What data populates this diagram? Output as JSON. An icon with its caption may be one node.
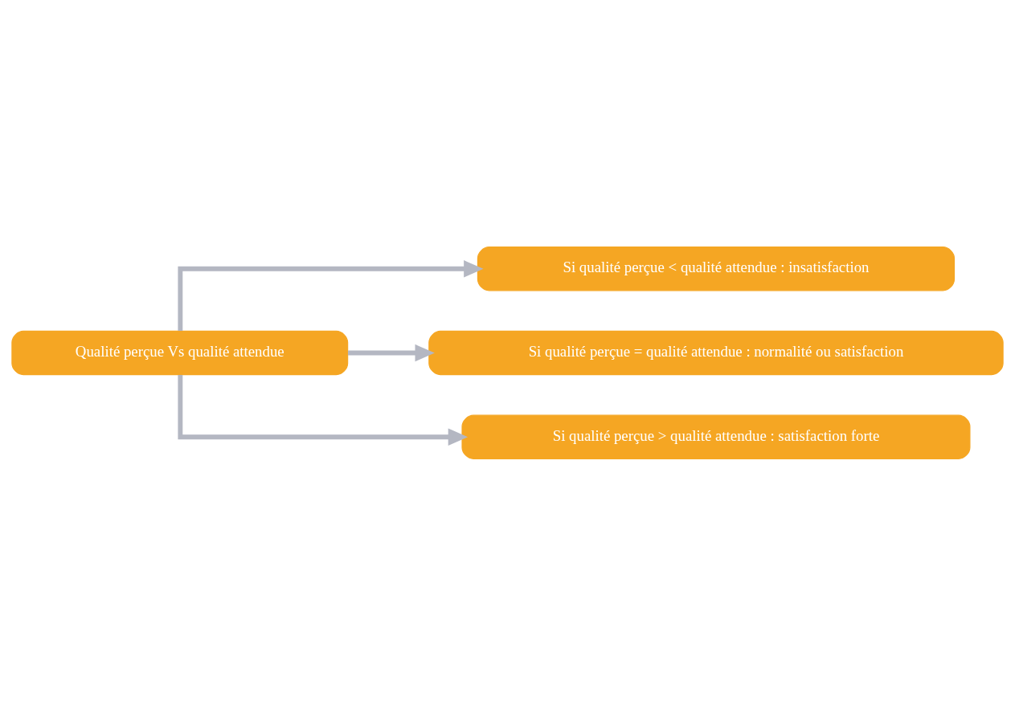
{
  "diagram": {
    "nodes": [
      {
        "text": [
          "Qualité perçue Vs qualité attendue"
        ]
      },
      {
        "text": [
          "Si qualité perçue < qualité attendue : insatisfaction"
        ]
      },
      {
        "text": [
          "Si qualité perçue = qualité attendue : normalité ou satisfaction"
        ]
      },
      {
        "text": [
          "Si qualité perçue > qualité attendue : satisfaction forte"
        ]
      }
    ],
    "edges": [
      {
        "from": 0,
        "to": 1,
        "arrow": "to"
      },
      {
        "from": 0,
        "to": 2,
        "arrow": "to"
      },
      {
        "from": 0,
        "to": 3,
        "arrow": "to"
      }
    ]
  }
}
